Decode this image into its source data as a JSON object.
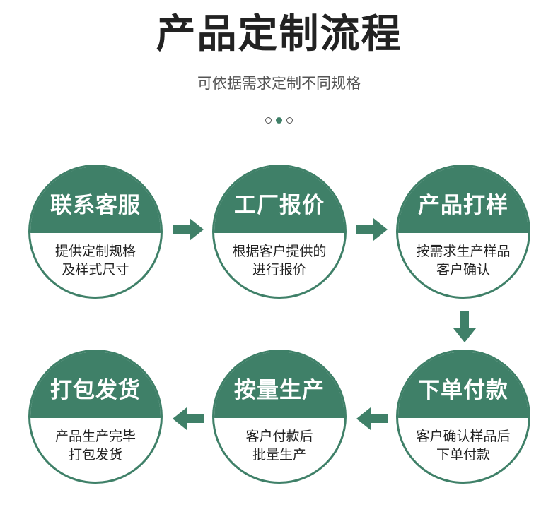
{
  "page": {
    "title": "产品定制流程",
    "subtitle": "可依据需求定制不同规格"
  },
  "colors": {
    "accent": "#3f8068"
  },
  "steps": [
    {
      "title": "联系客服",
      "desc1": "提供定制规格",
      "desc2": "及样式尺寸"
    },
    {
      "title": "工厂报价",
      "desc1": "根据客户提供的",
      "desc2": "进行报价"
    },
    {
      "title": "产品打样",
      "desc1": "按需求生产样品",
      "desc2": "客户确认"
    },
    {
      "title": "下单付款",
      "desc1": "客户确认样品后",
      "desc2": "下单付款"
    },
    {
      "title": "按量生产",
      "desc1": "客户付款后",
      "desc2": "批量生产"
    },
    {
      "title": "打包发货",
      "desc1": "产品生产完毕",
      "desc2": "打包发货"
    }
  ],
  "carousel": {
    "count": 3,
    "active": 2
  }
}
